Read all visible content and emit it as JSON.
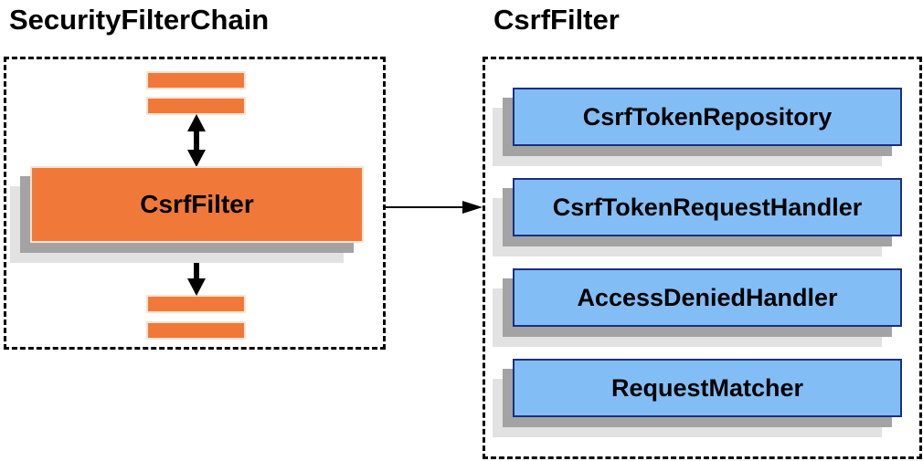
{
  "left_panel": {
    "title": "SecurityFilterChain",
    "filter_label": "CsrfFilter",
    "other_filters": "unnamed-filter-bars"
  },
  "right_panel": {
    "title": "CsrfFilter",
    "components": [
      "CsrfTokenRepository",
      "CsrfTokenRequestHandler",
      "AccessDeniedHandler",
      "RequestMatcher"
    ]
  },
  "icons": {
    "vertical_connector": "double-headed-arrow",
    "panel_connector": "right-arrow"
  },
  "colors": {
    "orange_fill": "#F0793A",
    "orange_border": "#FBE3D1",
    "blue_fill": "#82BEF5",
    "blue_border": "#1A2F80",
    "shadow_dark": "#A3A3A3",
    "shadow_light": "#E2E2E2",
    "line": "#000000",
    "text": "#000000",
    "background": "#FFFFFF"
  }
}
